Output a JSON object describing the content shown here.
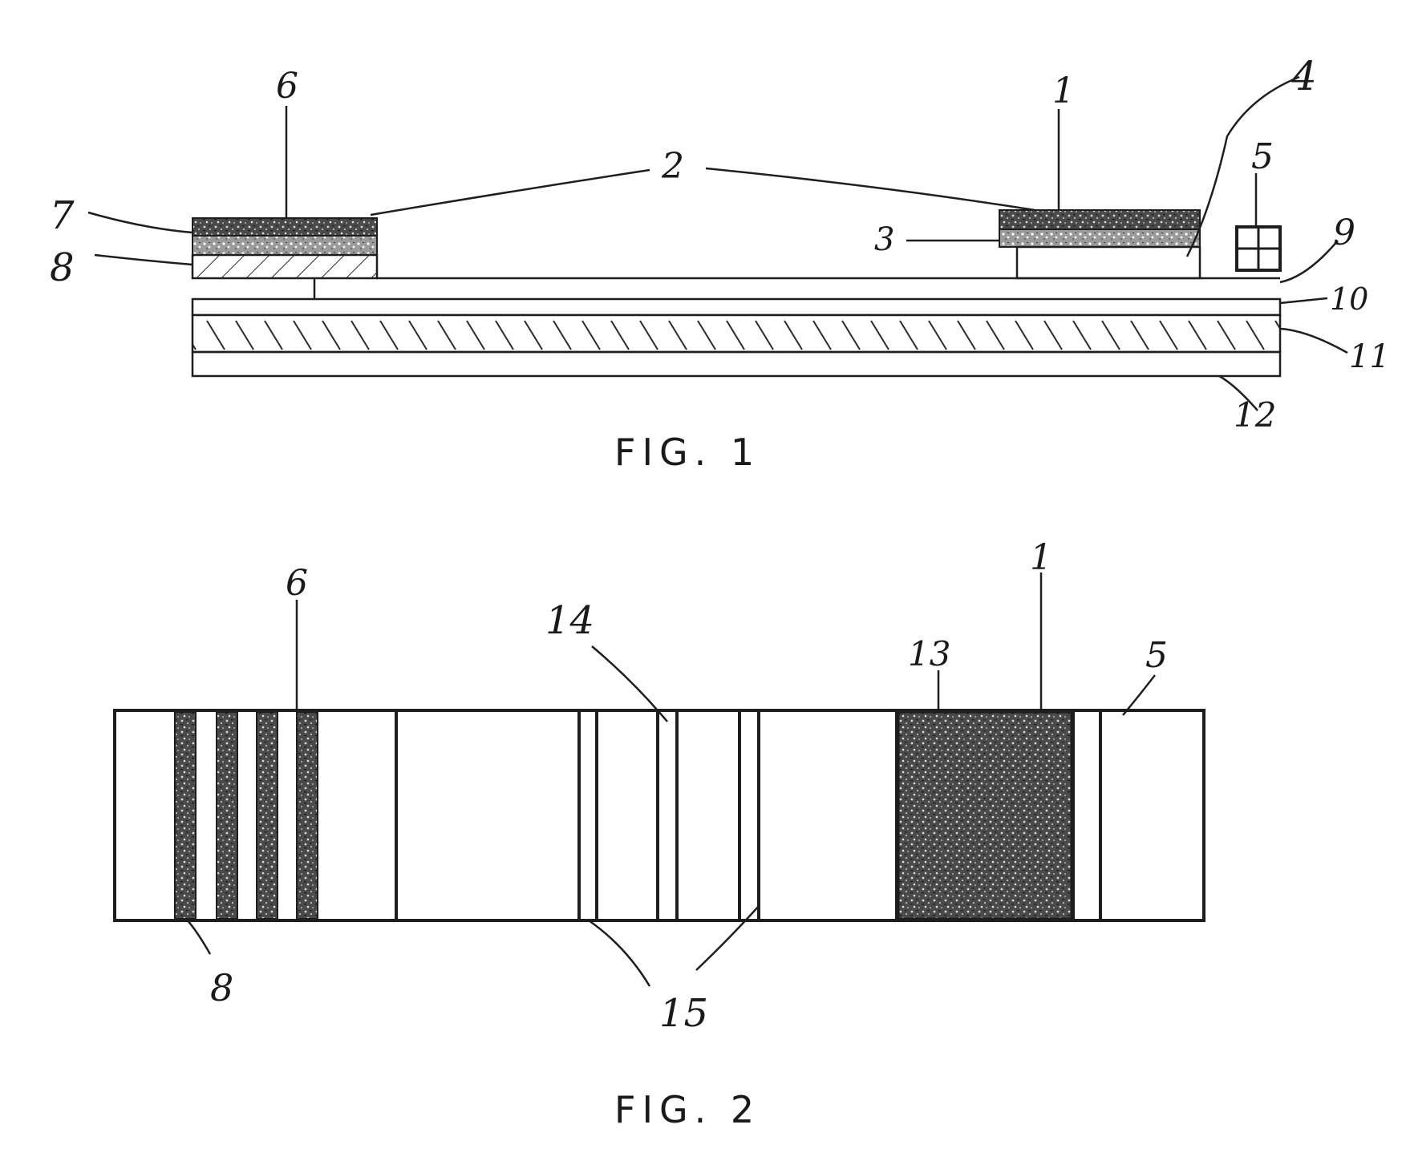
{
  "figure1": {
    "caption": "FIG. 1",
    "labels": {
      "l1": "1",
      "l2": "2",
      "l3": "3",
      "l4": "4",
      "l5": "5",
      "l6": "6",
      "l7": "7",
      "l8": "8",
      "l9": "9",
      "l10": "10",
      "l11": "11",
      "l12": "12"
    }
  },
  "figure2": {
    "caption": "FIG. 2",
    "labels": {
      "l1": "1",
      "l5": "5",
      "l6": "6",
      "l8": "8",
      "l13": "13",
      "l14": "14",
      "l15": "15"
    }
  },
  "colors": {
    "ink": "#1e1e1e",
    "speckle_fill": "#4a4a4a",
    "paper": "#ffffff"
  }
}
